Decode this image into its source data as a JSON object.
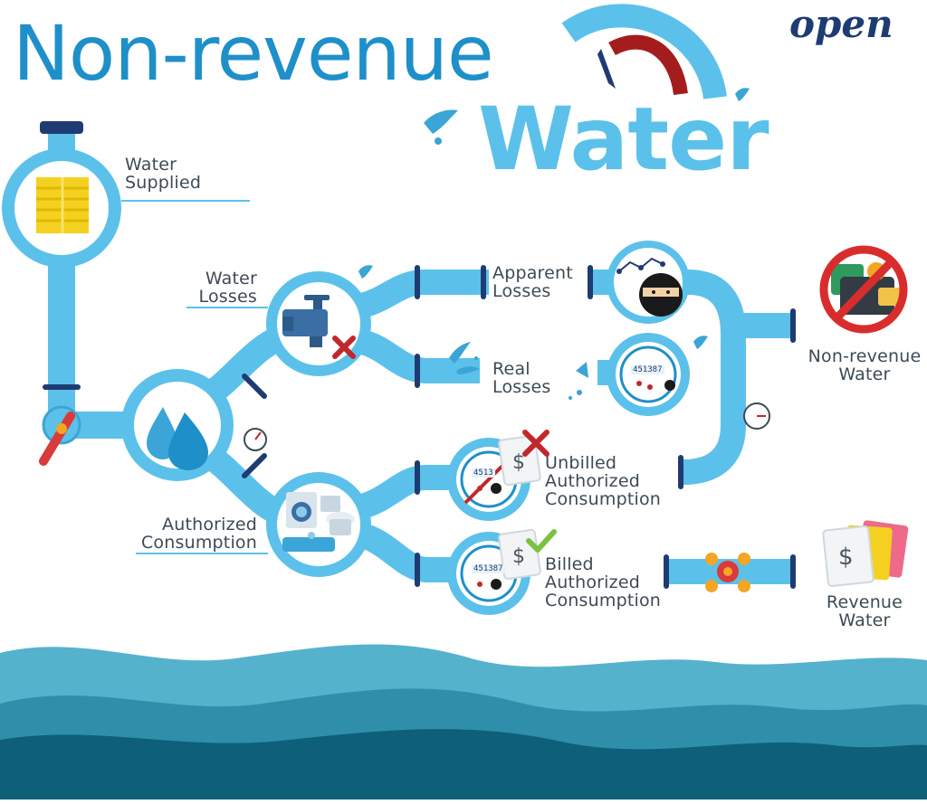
{
  "brand": {
    "logo_text": "open"
  },
  "title": {
    "line1": "Non-revenue",
    "line2": "Water"
  },
  "labels": {
    "water_supplied": [
      "Water",
      "Supplied"
    ],
    "water_losses": [
      "Water",
      "Losses"
    ],
    "apparent_losses": [
      "Apparent",
      "Losses"
    ],
    "real_losses": [
      "Real",
      "Losses"
    ],
    "authorized_consumption": [
      "Authorized",
      "Consumption"
    ],
    "unbilled_authorized": [
      "Unbilled",
      "Authorized",
      "Consumption"
    ],
    "billed_authorized": [
      "Billed",
      "Authorized",
      "Consumption"
    ],
    "non_revenue_water": [
      "Non-revenue",
      "Water"
    ],
    "revenue_water": [
      "Revenue",
      "Water"
    ]
  },
  "meter_readings": {
    "real_losses": "451387",
    "unbilled": "4513",
    "billed": "451387"
  },
  "icons": {
    "water_supplied": "building-icon",
    "water_losses": "faucet-icon",
    "authorized_consumption": "household-appliances-icon",
    "apparent_losses": "thief-icon",
    "non_revenue_water": "no-money-icon",
    "revenue_water": "invoice-icon"
  },
  "colors": {
    "title_dark": "#1f8fc9",
    "title_light": "#5cc1ea",
    "pipe": "#5cc1ea",
    "pipe_joint": "#1e3b73",
    "valve_red": "#d93a3a",
    "valve_orange": "#f2a623",
    "cross_red": "#c0282d",
    "check_green": "#7cc242",
    "wave_top": "#55b2cc",
    "wave_mid": "#2f8fab",
    "wave_bottom": "#0d5f7a",
    "building_yellow": "#f4d121"
  }
}
